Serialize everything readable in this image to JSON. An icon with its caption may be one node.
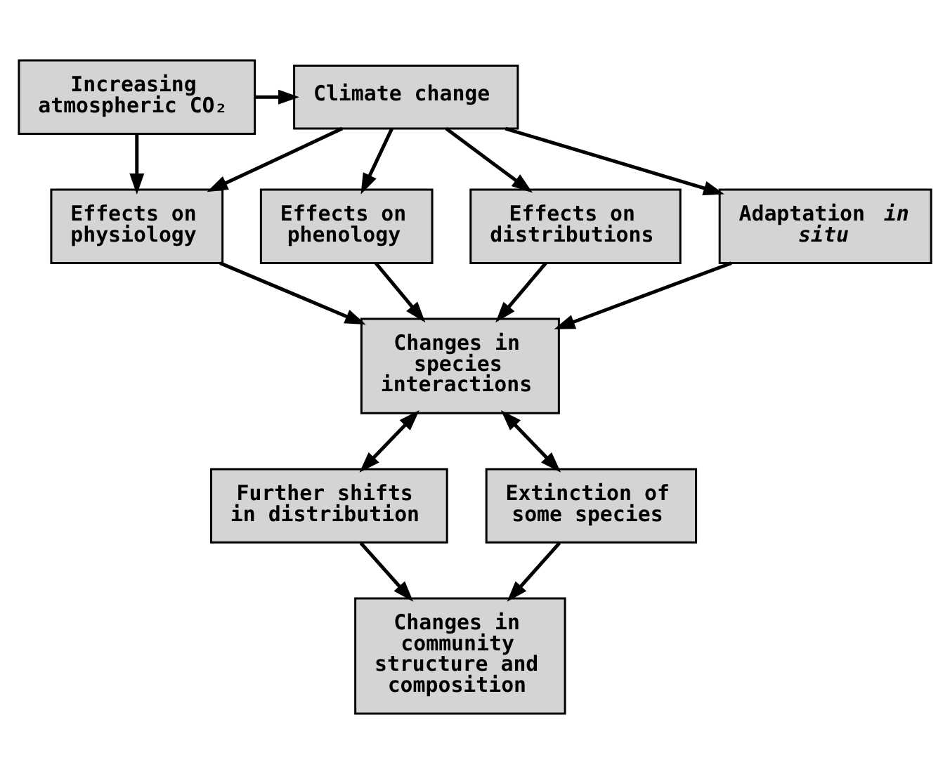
{
  "diagram": {
    "nodes": [
      {
        "text": [
          "Increasing atmospheric CO₂"
        ]
      },
      {
        "text": [
          "Climate change"
        ]
      },
      {
        "text": [
          "Effects on physiology"
        ]
      },
      {
        "text": [
          "Effects on phenology"
        ]
      },
      {
        "text": [
          "Effects on distributions"
        ]
      },
      {
        "text": [
          "Adaptation *in situ*"
        ]
      },
      {
        "text": [
          "Changes in species interactions"
        ]
      },
      {
        "text": [
          "Further shifts in distribution"
        ]
      },
      {
        "text": [
          "Extinction of some species"
        ]
      },
      {
        "text": [
          "Changes in community structure and composition"
        ]
      }
    ],
    "edges": [
      {
        "from": 0,
        "to": 1,
        "arrow": "to"
      },
      {
        "from": 0,
        "to": 2,
        "arrow": "to"
      },
      {
        "from": 1,
        "to": 2,
        "arrow": "to"
      },
      {
        "from": 1,
        "to": 3,
        "arrow": "to"
      },
      {
        "from": 1,
        "to": 4,
        "arrow": "to"
      },
      {
        "from": 1,
        "to": 5,
        "arrow": "to"
      },
      {
        "from": 2,
        "to": 6,
        "arrow": "to"
      },
      {
        "from": 3,
        "to": 6,
        "arrow": "to"
      },
      {
        "from": 4,
        "to": 6,
        "arrow": "to"
      },
      {
        "from": 5,
        "to": 6,
        "arrow": "to"
      },
      {
        "from": 6,
        "to": 7,
        "arrow": "both"
      },
      {
        "from": 6,
        "to": 8,
        "arrow": "both"
      },
      {
        "from": 7,
        "to": 9,
        "arrow": "to"
      },
      {
        "from": 8,
        "to": 9,
        "arrow": "to"
      }
    ]
  }
}
